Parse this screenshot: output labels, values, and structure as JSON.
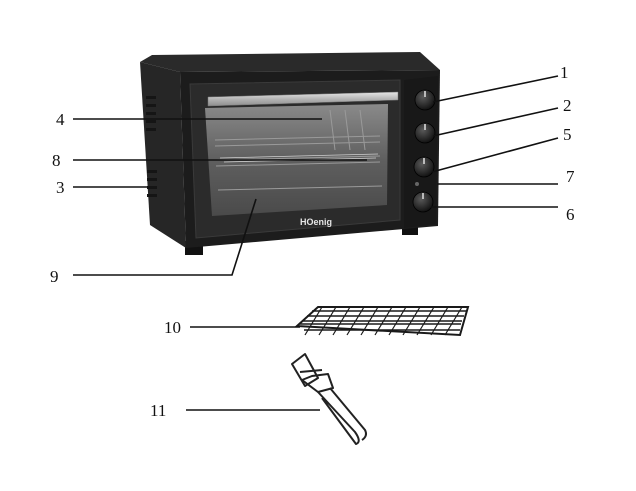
{
  "diagram": {
    "brand_logo": "HOenig",
    "callouts": [
      {
        "id": "1",
        "label": "1"
      },
      {
        "id": "2",
        "label": "2"
      },
      {
        "id": "5",
        "label": "5"
      },
      {
        "id": "7",
        "label": "7"
      },
      {
        "id": "6",
        "label": "6"
      },
      {
        "id": "4",
        "label": "4"
      },
      {
        "id": "8",
        "label": "8"
      },
      {
        "id": "3",
        "label": "3"
      },
      {
        "id": "9",
        "label": "9"
      },
      {
        "id": "10",
        "label": "10"
      },
      {
        "id": "11",
        "label": "11"
      }
    ],
    "colors": {
      "body": "#1c1c1c",
      "body_edge": "#2c2c2c",
      "glass": "#6b6b6b",
      "handle": "#b9b9b9",
      "line": "#111111"
    }
  }
}
